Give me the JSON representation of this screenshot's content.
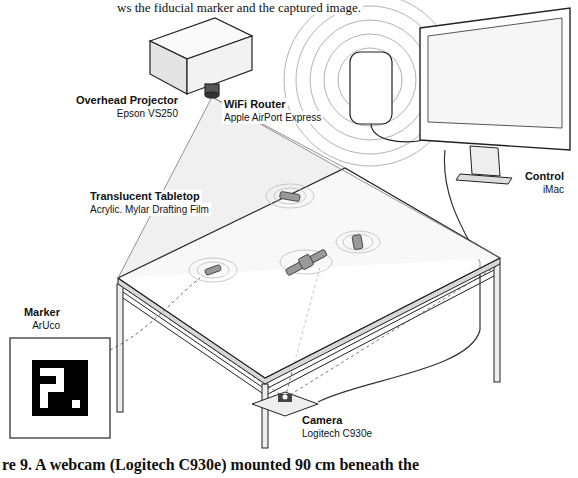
{
  "diagram": {
    "caption": "re 9. A webcam (Logitech C930e) mounted 90 cm beneath the",
    "labels": [
      "ws the fiducial marker and the captured image.",
      "Overhead Projector",
      "Epson VS250",
      "WiFi Router",
      "Apple AirPort Express",
      "Control",
      "iMac",
      "Translucent Tabletop",
      "Acrylic. Mylar Drafting Film",
      "Marker",
      "ArUco",
      "Camera",
      "Logitech C930e"
    ]
  }
}
